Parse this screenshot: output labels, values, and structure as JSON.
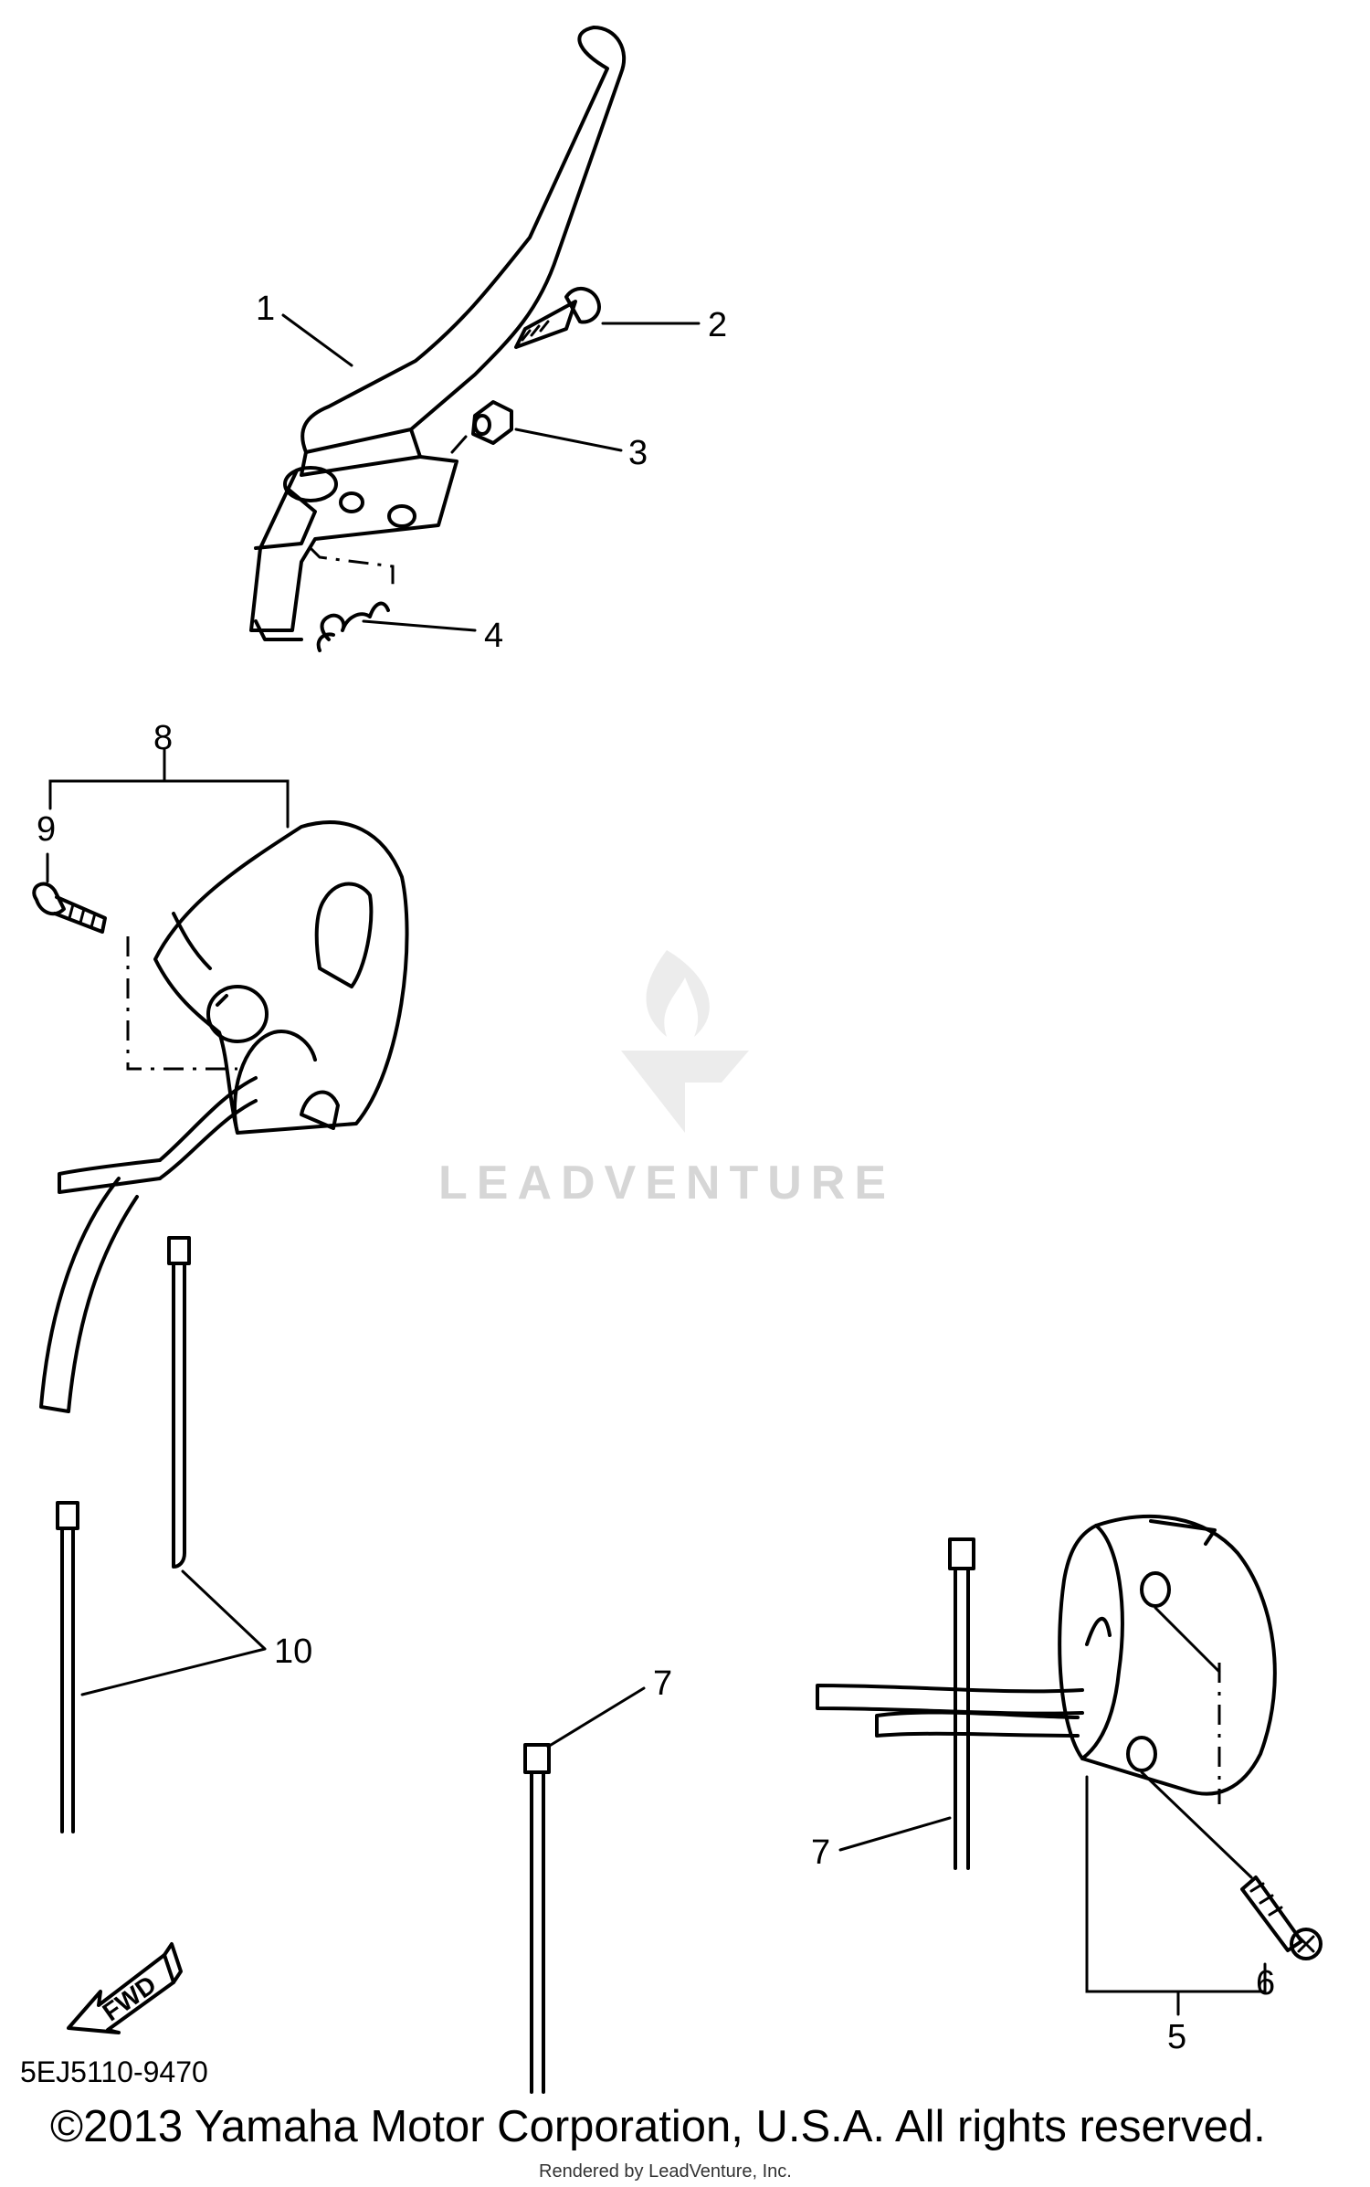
{
  "callouts": {
    "c1": "1",
    "c2": "2",
    "c3": "3",
    "c4": "4",
    "c5": "5",
    "c6": "6",
    "c7a": "7",
    "c7b": "7",
    "c8": "8",
    "c9": "9",
    "c10": "10"
  },
  "fwd_label": "FWD",
  "watermark": "LEADVENTURE",
  "diagram_code": "5EJ5110-9470",
  "copyright": "©2013 Yamaha Motor Corporation, U.S.A. All rights reserved.",
  "rendered_by": "Rendered by LeadVenture, Inc."
}
